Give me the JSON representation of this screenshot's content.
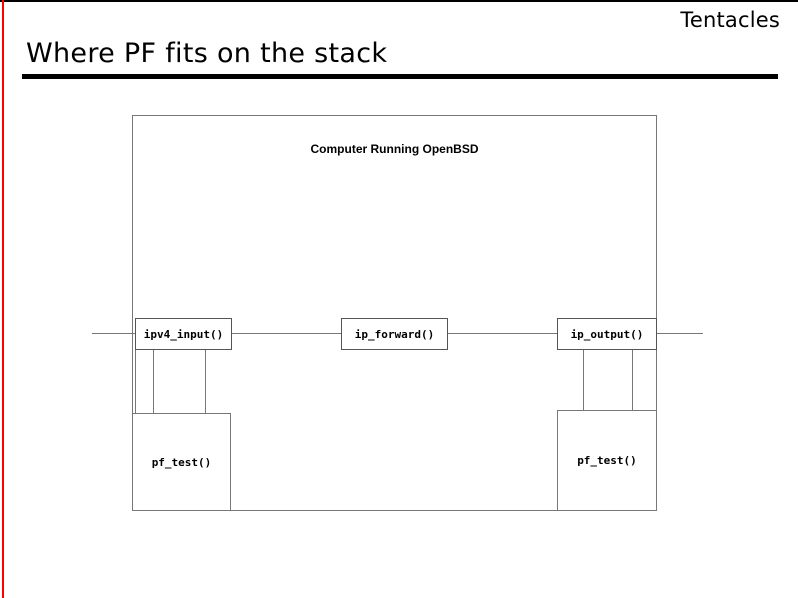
{
  "slide": {
    "deck_name": "Tentacles",
    "title": "Where PF fits on the stack",
    "accent_rule_color": "#ff0000",
    "title_rule_color": "#000000",
    "background": "#ffffff"
  },
  "diagram": {
    "type": "block-diagram",
    "host": {
      "label": "Computer Running OpenBSD",
      "border_color": "#777777"
    },
    "datapath": {
      "description": "horizontal network data path line crossing the host",
      "line_color": "#777777"
    },
    "function_boxes": [
      {
        "id": "ipv4-input",
        "label": "ipv4_input()"
      },
      {
        "id": "ip-forward",
        "label": "ip_forward()"
      },
      {
        "id": "ip-output",
        "label": "ip_output()"
      }
    ],
    "filter_boxes": [
      {
        "id": "pf-test-in",
        "label": "pf_test()"
      },
      {
        "id": "pf-test-out",
        "label": "pf_test()"
      }
    ]
  }
}
